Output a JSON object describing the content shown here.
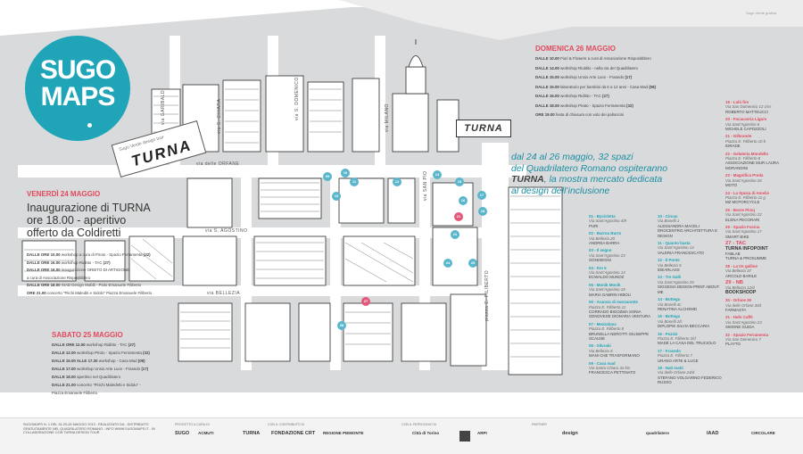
{
  "header": {
    "credit": "Sugo Verde grafica"
  },
  "logo": {
    "line1": "SUGO",
    "line2": "MAPS",
    "tag_small": "Sugo Verde design tour",
    "tag_word": "TURNA"
  },
  "streets": {
    "garibaldi": "via GARIBALDI",
    "santa_chiara": "via S. CHIARA",
    "domenico": "via S. DOMENICO",
    "milano": "via MILANO",
    "orfane": "via delle ORFANE",
    "agostino": "via S. AGOSTINO",
    "bellezia": "via BELLEZIA",
    "san_pio": "via SAN PIO",
    "piazza_filiberto": "piazza E. FILIBERTO"
  },
  "sign": "TURNA",
  "domenica": {
    "title": "DOMENICA 26 MAGGIO",
    "items": [
      {
        "time": "DALLE 10.00",
        "text": "Fiori & Flowers a cura di Associazione Rispositiblero"
      },
      {
        "time": "DALLE 14.00",
        "text": "workshop Riutitilo - nella via del Quadrilatero"
      },
      {
        "time": "DALLE 15.00",
        "text": "workshop Unsio Arte Luce - Frasedo",
        "n": "(17)"
      },
      {
        "time": "DALLE 15.00",
        "text": "laboratorio per bambini da 6 a 12 anni - Casa Mad",
        "n": "(08)"
      },
      {
        "time": "DALLE 16.00",
        "text": "workshop Riditito - TAC",
        "n": "(27)"
      },
      {
        "time": "DALLE 18.00",
        "text": "workshop Pirato - Spazio Ferramenta",
        "n": "(32)"
      },
      {
        "time": "ORE 19.00",
        "text": "festa di chiusura con volo dei palloncini"
      }
    ]
  },
  "blurb": {
    "l1": "dal 24 al 26 maggio, 32 spazi",
    "l2": "del Quadrilatero Romano ospiteranno",
    "l3b": "TURNA",
    "l3": ", la mostra mercato dedicata",
    "l4": "al design dell’inclusione"
  },
  "venerdi": {
    "title": "VENERDÌ 24 MAGGIO",
    "headline1": "Inaugurazione di TURNA",
    "headline2": "ore 18.00 - aperitivo",
    "headline3": "offerto da Coldiretti",
    "items": [
      {
        "time": "DALLE ORE 10.00",
        "text": "workshop a cura di Piroto - Spazio Ferramenta",
        "n": "(32)"
      },
      {
        "time": "DALLE ORE 16.00",
        "text": "workshop Riditito - TAC",
        "n": "(27)"
      },
      {
        "time": "DALLE ORE 16.00",
        "text": "inaugurazione ORIETO DI ARTIGIONE"
      },
      {
        "time": "",
        "text": "a cura di Associazione Rispositiblero"
      },
      {
        "time": "DALLE ORE 18.00",
        "text": "SIAD Design Mobili - Piolo Emanuele Filiberto"
      },
      {
        "time": "ORE 21.00",
        "text": "concerto “Piichi Malediti e Sidolo” Piazza Emanuele Filiberto"
      }
    ]
  },
  "sabato": {
    "title": "SABATO 25 MAGGIO",
    "items": [
      {
        "time": "DALLE ORE 12.00",
        "text": "workshop Riditito - TAC",
        "n": "(27)"
      },
      {
        "time": "DALLE 12.00",
        "text": "workshop Piroto - Spazio Ferramenta",
        "n": "(32)"
      },
      {
        "time": "DALLE 15.00 ALLE 17.30",
        "text": "workshop - Casa Mad",
        "n": "(08)"
      },
      {
        "time": "DALLE 17.00",
        "text": "workshop Unsio Arte Luce - Frasedo",
        "n": "(17)"
      },
      {
        "time": "DALLE 18.00",
        "text": "aperitivo nel Quadrilatero"
      },
      {
        "time": "DALLE 21.00",
        "text": "concerto “Pirichi Maledetti e Sidolo” -"
      },
      {
        "time": "",
        "text": "Piazza Emanuele Filiberto"
      }
    ]
  },
  "legend": {
    "col1": [
      {
        "num": "01",
        "name": "Bycicletta",
        "addr": "Via Sant’Agostino 4/9",
        "own": "PURI"
      },
      {
        "num": "02",
        "name": "Barrou Burro",
        "addr": "Via Bellezia 20",
        "own": "ANDREA BARRA"
      },
      {
        "num": "03",
        "name": "Il segno",
        "addr": "Via Sant’Agostino 23",
        "own": "OGNISEGNI"
      },
      {
        "num": "04",
        "name": "Km 5",
        "addr": "Via Sant’Agostino 14",
        "own": "ECWALDO MUNOZ"
      },
      {
        "num": "05",
        "name": "Monik Monik",
        "addr": "Via Sant’Agostino 18",
        "own": "MARIA GABRIN HIBOU"
      },
      {
        "num": "06",
        "name": "Arancia di mezzanotte",
        "addr": "Piazza E. Filiberto 11",
        "own": "CORRADO BIGOZMA SONIA GENOVESE DIONARIA VENTURA"
      },
      {
        "num": "07",
        "name": "Mezzaluna",
        "addr": "Piazza E. Filiberto 8",
        "own": "BRUNELLA NEROTTI GIUSEPPE SCAUSE"
      },
      {
        "num": "08",
        "name": "Silvrabi",
        "addr": "Via Bellezia 6",
        "own": "MANI CHE TRASFORMANO"
      },
      {
        "num": "09",
        "name": "Casa mad",
        "addr": "Via Santa Chiara 3a bis",
        "own": "FRANCESCA PETTINATO"
      }
    ],
    "col2": [
      {
        "num": "10",
        "name": "Circus",
        "addr": "Via Bonelli 1",
        "own": "Alessandra Maceli DROCENTRO ARCHITETTURA E DESIGN"
      },
      {
        "num": "11",
        "name": "Quanto basta",
        "addr": "Via Sant’Agostino 13",
        "own": "VALERIA FRANCESCATO"
      },
      {
        "num": "12",
        "name": "Il Ponte",
        "addr": "Via Bellezia 5",
        "own": "IDEARLASS"
      },
      {
        "num": "13",
        "name": "Tre Galli",
        "addr": "Via Sant’Agostino 25",
        "own": "SIGGESIA DESIGN PRINT ABOUT ME"
      },
      {
        "num": "14",
        "name": "Bottega",
        "addr": "Via Bonelli 4c",
        "own": "RENATINA ALCHEMD"
      },
      {
        "num": "15",
        "name": "Bottega",
        "addr": "Via Bonelli 2/c",
        "own": "DIPLOPIE SILVIA BECCARIA"
      },
      {
        "num": "16",
        "name": "Pozzis",
        "addr": "Piazza E. Filiberto 3/d",
        "own": "MADÈ LA CASA DEL TRUCIOLO"
      },
      {
        "num": "17",
        "name": "Frasedo",
        "addr": "Piazza E. Filiberto 7",
        "own": "URANO ARTE & LUCE"
      },
      {
        "num": "18",
        "name": "Nati matti",
        "addr": "Via delle Orfane 24/d",
        "own": "STEFANO VOLGARINO FEDERICO RUSSO"
      }
    ],
    "col3": [
      {
        "num": "19",
        "name": "Lulù fire",
        "addr": "Via San Domenico 12 c/ss",
        "own": "ROBERTO MATTEUCCI"
      },
      {
        "num": "20",
        "name": "Focacceria Ligure",
        "addr": "Via Sant’Agostino 6",
        "own": "MICHELE CAPOZZOLI"
      },
      {
        "num": "21",
        "name": "Gilbrande",
        "addr": "Piazza E. Filiberto 10 b",
        "own": "IDRADE"
      },
      {
        "num": "22",
        "name": "Gelateria Mondello",
        "addr": "Piazza E. Filiberto 8",
        "own": "ASSOCIAZIONE MUR LAURA MORANDINI"
      },
      {
        "num": "23",
        "name": "Magnifica Preda",
        "addr": "Via Sant’Agostino 26",
        "own": "MOTO"
      },
      {
        "num": "24",
        "name": "La Sposa di Amelie",
        "addr": "Piazza E. Filiberto 11 g",
        "own": "MZ MOTORCYCLE"
      },
      {
        "num": "25",
        "name": "Bocte Pinoj",
        "addr": "Via Sant’Agostino 22",
        "own": "ELENA PECORARI"
      },
      {
        "num": "26",
        "name": "Spazio Fucina",
        "addr": "Via Sant’Agostino 17",
        "own": "SMART BIKE"
      }
    ],
    "tac": {
      "title": "27 - TAC",
      "infopoint": "TURNA INFOPOINT",
      "lab": "FABLAB",
      "lab2": "TURNA & PROSUMME"
    },
    "col3b": [
      {
        "num": "28",
        "name": "La tre galline",
        "addr": "Via Bellezia 37",
        "own": "ARCOLD BARILE"
      }
    ],
    "nb": {
      "title": "29 - NB",
      "addr": "Via Bellezia 12/d",
      "shop": "BOOKSHOOP"
    },
    "col3c": [
      {
        "num": "30",
        "name": "Orfane 30",
        "addr": "Via delle Orfane 30d",
        "own": "FARMASTA"
      },
      {
        "num": "31",
        "name": "Hafo Caffè",
        "addr": "Via Sant’Agostino 23",
        "own": "SIMONE GUIDA"
      },
      {
        "num": "32",
        "name": "Spazio Ferramenta",
        "addr": "Via San Domenico 7",
        "own": "PLAYTO"
      }
    ]
  },
  "footer": {
    "info": "SUGOMAPS N. 1 DEL 24-25-26 MAGGIO 2013 - REALIZZATO DA - DISTRIBUITO GRATUITAMENTE NEL QUADRILATERO ROMANO - INFO WWW.SUGOMAPS.IT - IN COLLABORAZIONE CON TURNA DESIGN TOUR",
    "heads": {
      "progetto": "PROGETTO A CURA DI",
      "contributo": "CON IL CONTRIBUTO DI",
      "patrocinio": "CON IL PATROCINIO DI",
      "partner": "PARTNER"
    },
    "logos": [
      "SUGO",
      "ACMUTI",
      "TURNA",
      "FONDAZIONE CRT",
      "REGIONE PIEMONTE",
      "Città di Torino",
      "ARPI",
      "design",
      "quadrilatero",
      "IAAD",
      "CIRCOLARE"
    ]
  }
}
